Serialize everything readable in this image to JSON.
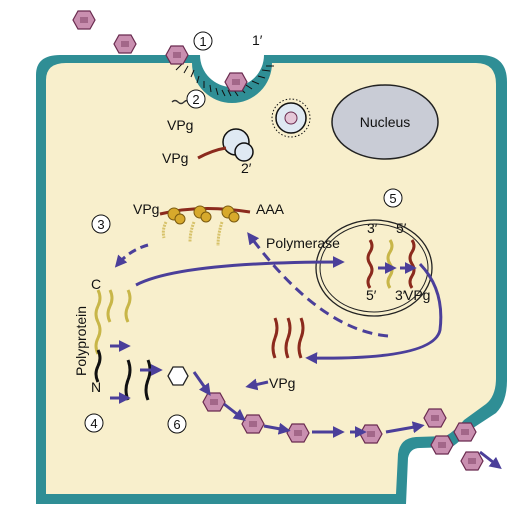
{
  "labels": {
    "nucleus": "Nucleus",
    "vpg_1": "VPg",
    "vpg_2": "VPg",
    "vpg_3": "VPg",
    "vpg_4": "VPg",
    "vpg_5": "VPg",
    "aaa": "AAA",
    "polymerase": "Polymerase",
    "polyprotein": "Polyprotein",
    "c_terminus": "C",
    "n_terminus": "N",
    "one_prime": "1′",
    "two_prime": "2′",
    "three_prime_top": "3′",
    "five_prime_top": "5′",
    "five_prime_bottom": "5′",
    "three_prime_bottom": "3′"
  },
  "steps": [
    "1",
    "2",
    "3",
    "4",
    "5",
    "6"
  ],
  "colors": {
    "cytoplasm": "#f8efcc",
    "membrane": "#2f8e95",
    "arrow": "#4b3f9a",
    "rna": "#8b2a1d",
    "rna_minus": "#c8b648",
    "virion": "#c98fb0",
    "virion_stroke": "#6a2b4f",
    "nucleus": "#c9ccd6"
  }
}
